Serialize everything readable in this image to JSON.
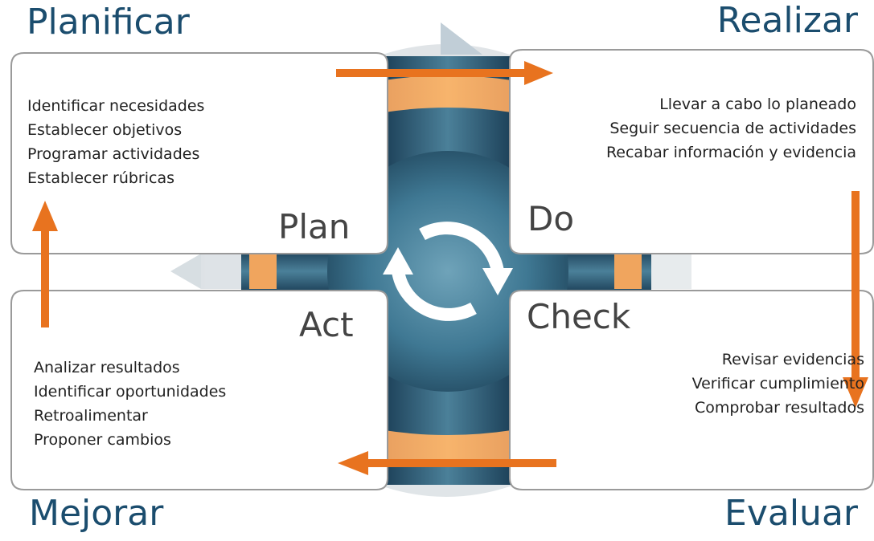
{
  "quadrants": [
    {
      "key": "plan",
      "title": "Planificar",
      "step": "Plan",
      "items": [
        "Identificar necesidades",
        "Establecer objetivos",
        "Programar actividades",
        "Establecer rúbricas"
      ]
    },
    {
      "key": "do",
      "title": "Realizar",
      "step": "Do",
      "items": [
        "Llevar a cabo lo planeado",
        "Seguir secuencia de actividades",
        "Recabar información y evidencia"
      ]
    },
    {
      "key": "check",
      "title": "Evaluar",
      "step": "Check",
      "items": [
        "Revisar evidencias",
        "Verificar cumplimiento",
        "Comprobar resultados"
      ]
    },
    {
      "key": "act",
      "title": "Mejorar",
      "step": "Act",
      "items": [
        "Analizar resultados",
        "Identificar oportunidades",
        "Retroalimentar",
        "Proponer cambios"
      ]
    }
  ],
  "colors": {
    "title": "#1b4d6e",
    "accent_orange": "#e8731f",
    "hub_dark": "#1f4a63",
    "hub_light": "#5b90a8",
    "panel_border": "#9a9a9a",
    "text": "#222222",
    "step_text": "#444444"
  },
  "icons": [
    "cycle-arrows-icon",
    "arrow-right-icon",
    "arrow-down-icon",
    "arrow-left-icon",
    "arrow-up-icon"
  ]
}
